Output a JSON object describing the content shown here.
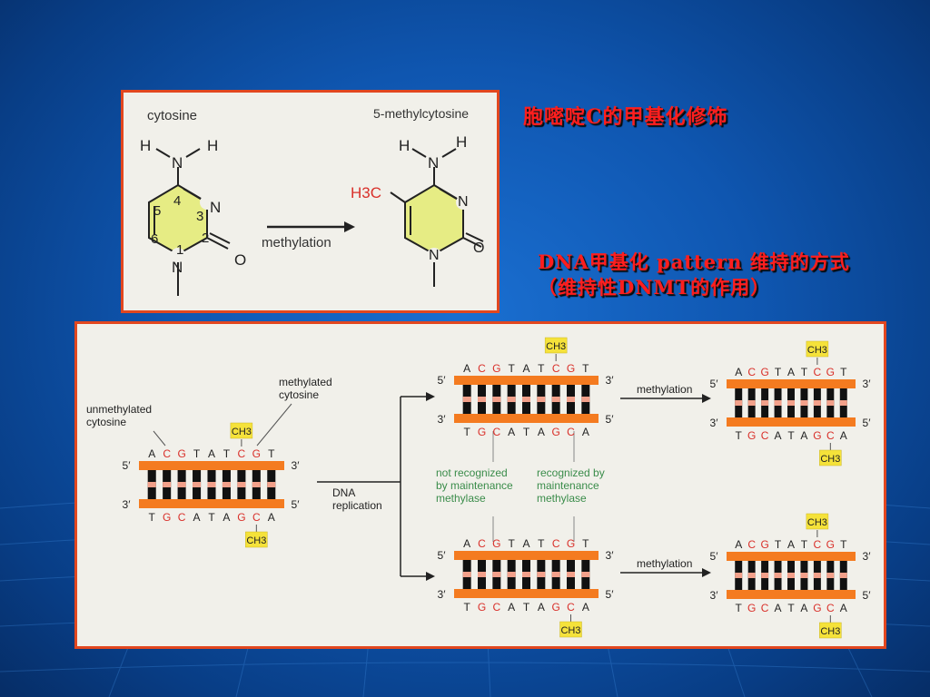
{
  "slide": {
    "title_cytosine_methylation": "胞嘧啶C的甲基化修饰",
    "title_pattern_line1": "DNA甲基化 pattern 维持的方式",
    "title_pattern_line2": "（维持性DNMT的作用）"
  },
  "top_figure": {
    "label_left": "cytosine",
    "label_right": "5-methylcytosine",
    "arrow_label": "methylation",
    "atoms": {
      "H": "H",
      "N": "N",
      "O": "O",
      "CH3": "H3C"
    },
    "ring_numbers": [
      "1",
      "2",
      "3",
      "4",
      "5",
      "6"
    ]
  },
  "bottom_figure": {
    "label_unmethylated": [
      "unmethylated",
      "cytosine"
    ],
    "label_methylated": [
      "methylated",
      "cytosine"
    ],
    "replication_label": [
      "DNA",
      "replication"
    ],
    "methylation_label": "methylation",
    "not_recognized": [
      "not recognized",
      "by maintenance",
      "methylase"
    ],
    "recognized": [
      "recognized by",
      "maintenance",
      "methylase"
    ],
    "ch3": "CH3",
    "top_strand": [
      "A",
      "C",
      "G",
      "T",
      "A",
      "T",
      "C",
      "G",
      "T"
    ],
    "bottom_strand": [
      "T",
      "G",
      "C",
      "A",
      "T",
      "A",
      "G",
      "C",
      "A"
    ],
    "end_5": "5′",
    "end_3": "3′",
    "colors": {
      "strand": "#f47b20",
      "cg_letter": "#d9302a",
      "ch3_box": "#f5e23a",
      "green_text": "#3a8c4a"
    }
  }
}
